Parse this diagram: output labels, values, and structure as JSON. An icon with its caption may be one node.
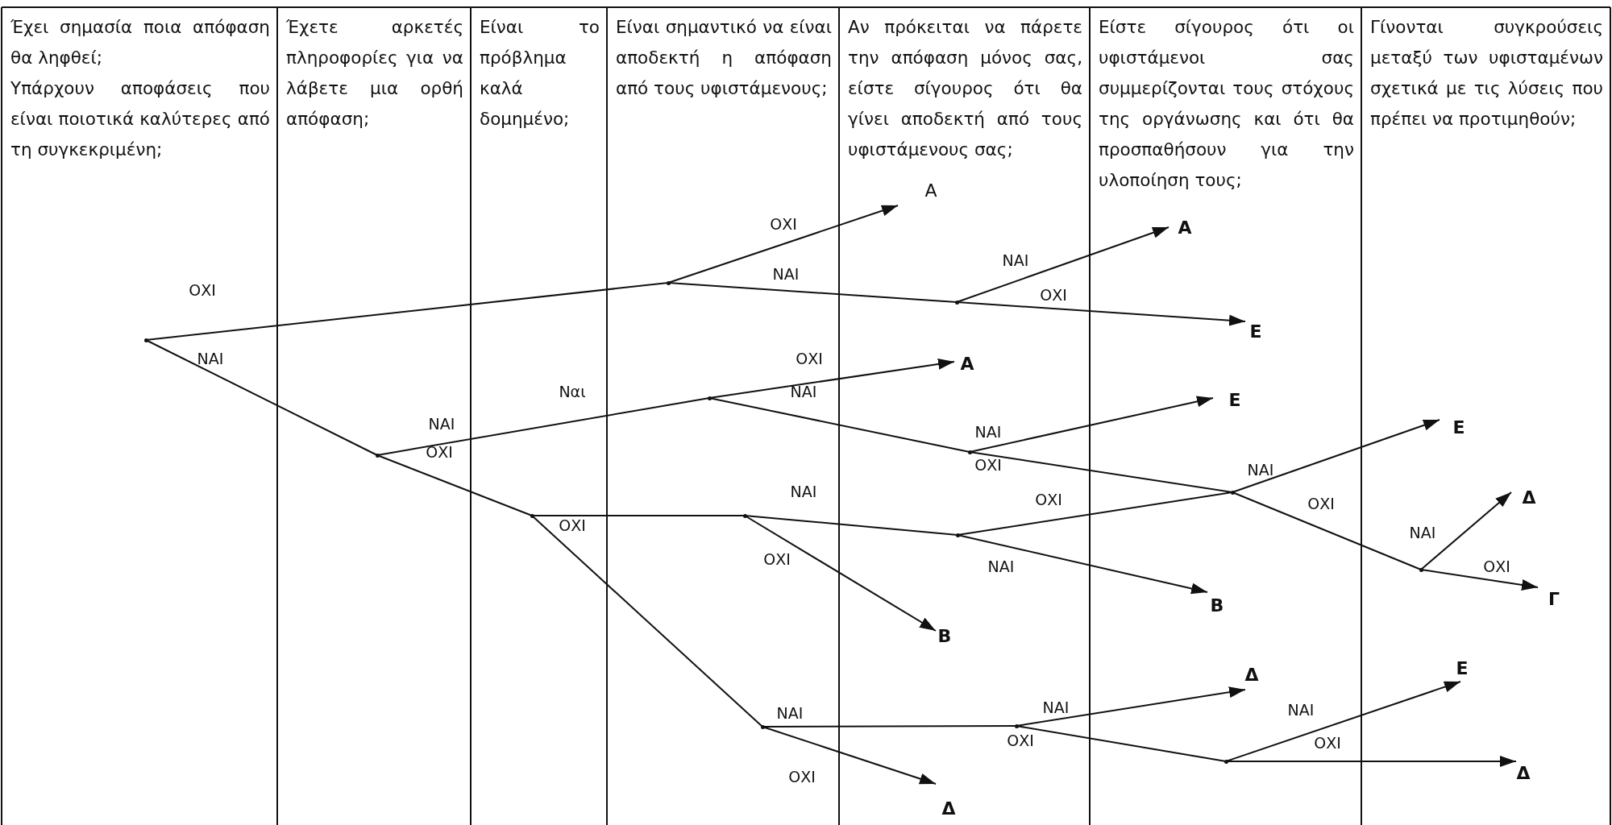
{
  "diagram": {
    "nodes": [
      {
        "text": [
          "Έχει σημασία ποια απόφαση θα ληφθεί;",
          "Υπάρχουν αποφάσεις που είναι ποιοτικά καλύτερες από τη συγκεκριμένη;"
        ]
      },
      {
        "text": [
          "Έχετε αρκετές πληροφορίες για να λάβετε μια ορθή απόφαση;"
        ]
      },
      {
        "text": [
          "Είναι το πρόβλημα καλά δομημένο;"
        ]
      },
      {
        "text": [
          "Είναι σημαντικό να είναι αποδεκτή η απόφαση από τους υφιστάμενους;"
        ]
      },
      {
        "text": [
          "Αν πρόκειται να πάρετε την απόφαση μόνος σας, είστε σίγουρος ότι θα γίνει αποδεκτή από τους υφιστάμενους σας;"
        ]
      },
      {
        "text": [
          "Είστε σίγουρος ότι οι υφιστάμενοι σας συμμερίζονται τους στόχους της οργάνωσης και ότι θα προσπαθήσουν για την υλοποίηση τους;"
        ]
      },
      {
        "text": [
          "Γίνονται συγκρούσεις μεταξύ των υφισταμένων σχετικά με τις λύσεις που πρέπει να προτιμηθούν;"
        ]
      },
      {
        "text": [],
        "shape": "point"
      },
      {
        "text": [],
        "shape": "point"
      },
      {
        "text": [
          "Α"
        ]
      },
      {
        "text": [],
        "shape": "point"
      },
      {
        "text": [
          "Α"
        ]
      },
      {
        "text": [
          "Ε"
        ]
      },
      {
        "text": [],
        "shape": "point"
      },
      {
        "text": [],
        "shape": "point"
      },
      {
        "text": [
          "Α"
        ]
      },
      {
        "text": [],
        "shape": "point"
      },
      {
        "text": [
          "Ε"
        ]
      },
      {
        "text": [],
        "shape": "point"
      },
      {
        "text": [
          "Ε"
        ]
      },
      {
        "text": [],
        "shape": "point"
      },
      {
        "text": [
          "Δ"
        ]
      },
      {
        "text": [
          "Γ"
        ]
      },
      {
        "text": [],
        "shape": "point"
      },
      {
        "text": [],
        "shape": "point"
      },
      {
        "text": [
          "Β"
        ]
      },
      {
        "text": [],
        "shape": "point"
      },
      {
        "text": [
          "Β"
        ]
      },
      {
        "text": [],
        "shape": "point"
      },
      {
        "text": [
          "Δ"
        ]
      },
      {
        "text": [],
        "shape": "point"
      },
      {
        "text": [
          "Δ"
        ]
      },
      {
        "text": [],
        "shape": "point"
      },
      {
        "text": [
          "Ε"
        ]
      },
      {
        "text": [
          "Δ"
        ]
      }
    ],
    "edges": [
      {
        "from": 7,
        "to": 8,
        "arrow": "none",
        "label": "ΟΧΙ"
      },
      {
        "from": 7,
        "to": 13,
        "arrow": "none",
        "label": "ΝΑΙ"
      },
      {
        "from": 8,
        "to": 9,
        "arrow": "to",
        "label": "ΟΧΙ"
      },
      {
        "from": 8,
        "to": 10,
        "arrow": "none",
        "label": "ΝΑΙ"
      },
      {
        "from": 10,
        "to": 11,
        "arrow": "to",
        "label": "ΝΑΙ"
      },
      {
        "from": 10,
        "to": 12,
        "arrow": "to",
        "label": "ΟΧΙ"
      },
      {
        "from": 13,
        "to": 14,
        "arrow": "none",
        "label": "ΝΑΙ"
      },
      {
        "from": 13,
        "to": 23,
        "arrow": "none",
        "label": "ΟΧΙ"
      },
      {
        "from": 14,
        "to": 15,
        "arrow": "to",
        "label": "ΟΧΙ"
      },
      {
        "from": 14,
        "to": 16,
        "arrow": "none",
        "label": "ΝΑΙ"
      },
      {
        "from": 16,
        "to": 17,
        "arrow": "to",
        "label": "ΝΑΙ"
      },
      {
        "from": 16,
        "to": 18,
        "arrow": "none",
        "label": "ΟΧΙ"
      },
      {
        "from": 18,
        "to": 19,
        "arrow": "to",
        "label": "ΝΑΙ"
      },
      {
        "from": 18,
        "to": 20,
        "arrow": "none",
        "label": "ΟΧΙ"
      },
      {
        "from": 20,
        "to": 21,
        "arrow": "to",
        "label": "ΝΑΙ"
      },
      {
        "from": 20,
        "to": 22,
        "arrow": "to",
        "label": "ΟΧΙ"
      },
      {
        "from": 23,
        "to": 24,
        "arrow": "none"
      },
      {
        "from": 23,
        "to": 28,
        "arrow": "none",
        "label": "ΟΧΙ"
      },
      {
        "from": 24,
        "to": 26,
        "arrow": "none",
        "label": "ΝΑΙ"
      },
      {
        "from": 24,
        "to": 25,
        "arrow": "to",
        "label": "ΟΧΙ"
      },
      {
        "from": 26,
        "to": 18,
        "arrow": "none",
        "label": "ΟΧΙ"
      },
      {
        "from": 26,
        "to": 27,
        "arrow": "to",
        "label": "ΝΑΙ"
      },
      {
        "from": 28,
        "to": 30,
        "arrow": "none",
        "label": "ΝΑΙ"
      },
      {
        "from": 28,
        "to": 29,
        "arrow": "to",
        "label": "ΟΧΙ"
      },
      {
        "from": 30,
        "to": 31,
        "arrow": "to",
        "label": "ΝΑΙ"
      },
      {
        "from": 30,
        "to": 32,
        "arrow": "none",
        "label": "ΟΧΙ"
      },
      {
        "from": 32,
        "to": 33,
        "arrow": "to",
        "label": "ΝΑΙ"
      },
      {
        "from": 32,
        "to": 34,
        "arrow": "to",
        "label": "ΟΧΙ"
      }
    ],
    "labels": [
      "Ναι"
    ]
  }
}
